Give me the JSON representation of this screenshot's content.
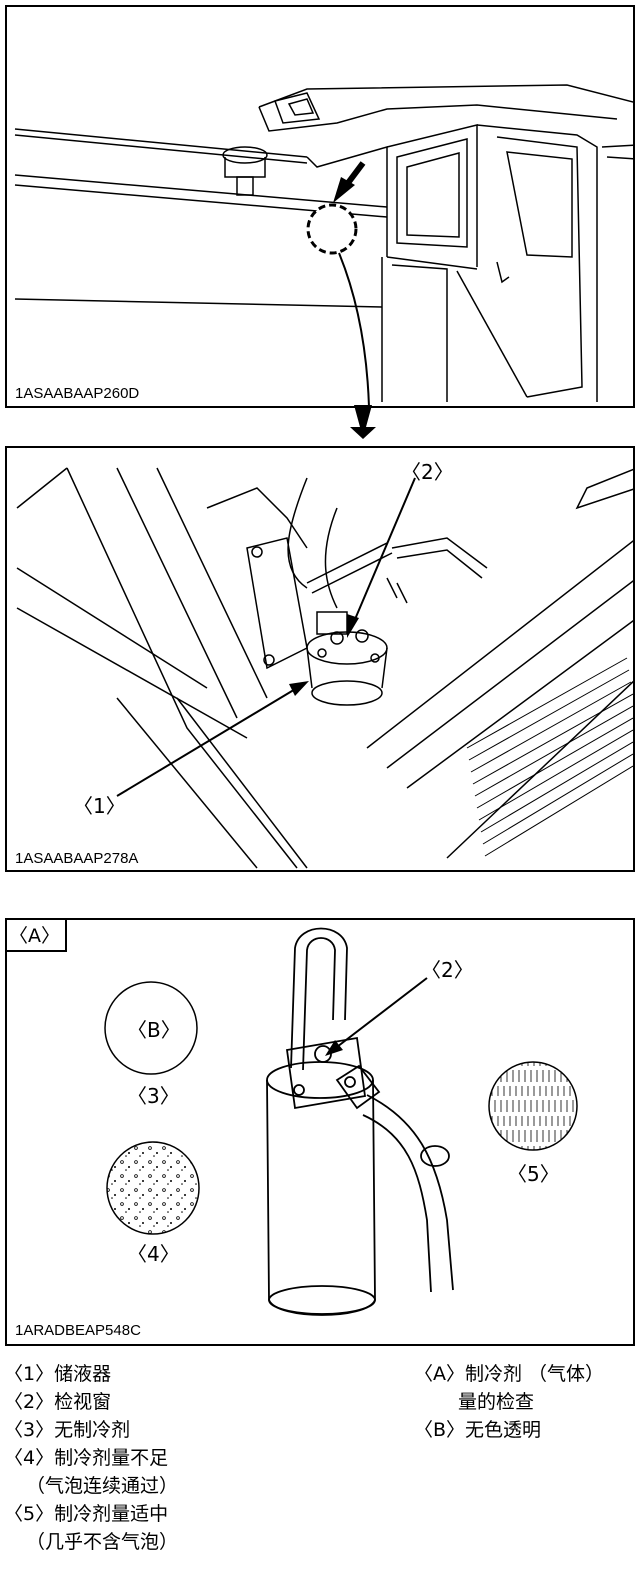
{
  "figures": [
    {
      "code": "1ASAABAAP260D"
    },
    {
      "code": "1ASAABAAP278A",
      "callouts": [
        "〈2〉",
        "〈1〉"
      ]
    },
    {
      "code": "1ARADBEAP548C",
      "tag": "〈A〉",
      "callouts": [
        "〈2〉",
        "〈B〉",
        "〈3〉",
        "〈4〉",
        "〈5〉"
      ]
    }
  ],
  "legend_left": [
    {
      "key": "〈1〉",
      "text": "储液器"
    },
    {
      "key": "〈2〉",
      "text": "检视窗"
    },
    {
      "key": "〈3〉",
      "text": "无制冷剂"
    },
    {
      "key": "〈4〉",
      "text": "制冷剂量不足",
      "sub": "（气泡连续通过）"
    },
    {
      "key": "〈5〉",
      "text": "制冷剂量适中",
      "sub": "（几乎不含气泡）"
    }
  ],
  "legend_right": [
    {
      "key": "〈A〉",
      "text": "制冷剂 （气体）",
      "sub": "量的检查"
    },
    {
      "key": "〈B〉",
      "text": "无色透明"
    }
  ]
}
